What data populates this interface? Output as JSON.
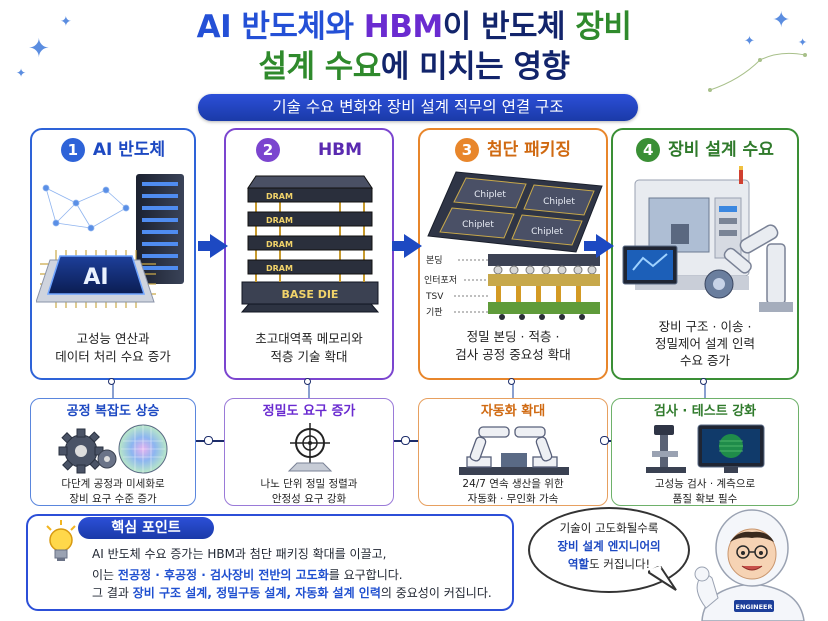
{
  "title": {
    "line1_a": "AI 반도체와 ",
    "line1_b": "HBM",
    "line1_c": "이 반도체 ",
    "line1_d": "장비",
    "line2_a": "설계 수요",
    "line2_b": "에 미치는 영향"
  },
  "subtitle": "기술 수요 변화와 장비 설계 직무의 연결 구조",
  "colors": {
    "blue": "#2e63d8",
    "purple": "#7b45cf",
    "orange": "#e8862b",
    "green": "#3a8f35",
    "navy": "#12246b"
  },
  "cards": [
    {
      "num": "1",
      "title": "AI 반도체",
      "desc1": "고성능 연산과",
      "desc2": "데이터 처리 수요 증가",
      "chip_label": "AI"
    },
    {
      "num": "2",
      "title": "HBM",
      "desc1": "초고대역폭 메모리와",
      "desc2": "적층 기술 확대",
      "layer_label": "DRAM",
      "base_label": "BASE DIE"
    },
    {
      "num": "3",
      "title": "첨단 패키징",
      "desc1": "정밀 본딩 · 적층 ·",
      "desc2": "검사 공정 중요성 확대",
      "chiplet_label": "Chiplet",
      "layers": [
        "본딩",
        "인터포저",
        "TSV",
        "기판"
      ]
    },
    {
      "num": "4",
      "title": "장비 설계 수요",
      "desc1": "장비 구조 · 이송 ·",
      "desc2": "정밀제어 설계 인력",
      "desc3": "수요 증가"
    }
  ],
  "subs": [
    {
      "title": "공정 복잡도 상승",
      "desc1": "다단계 공정과 미세화로",
      "desc2": "장비 요구 수준 증가"
    },
    {
      "title": "정밀도 요구 증가",
      "desc1": "나노 단위 정밀 정렬과",
      "desc2": "안정성 요구 강화"
    },
    {
      "title": "자동화 확대",
      "desc1": "24/7 연속 생산을 위한",
      "desc2": "자동화 · 무인화 가속"
    },
    {
      "title": "검사 · 테스트 강화",
      "desc1": "고성능 검사 · 계측으로",
      "desc2": "품질 확보 필수"
    }
  ],
  "key_point": {
    "heading": "핵심 포인트",
    "l1": "AI 반도체 수요 증가는 HBM과 첨단 패키징 확대를 이끌고,",
    "l2_a": "이는 ",
    "l2_b": "전공정 · 후공정 · 검사장비 전반의 고도화",
    "l2_c": "를 요구합니다.",
    "l3_a": "그 결과 ",
    "l3_b": "장비 구조 설계, 정밀구동 설계, 자동화 설계 인력",
    "l3_c": "의 중요성이 커집니다."
  },
  "bubble": {
    "l1": "기술이 고도화될수록",
    "l2": "장비 설계 엔지니어의",
    "l3_a": "역할",
    "l3_b": "도 커집니다!"
  },
  "engineer_badge": "ENGINEER"
}
